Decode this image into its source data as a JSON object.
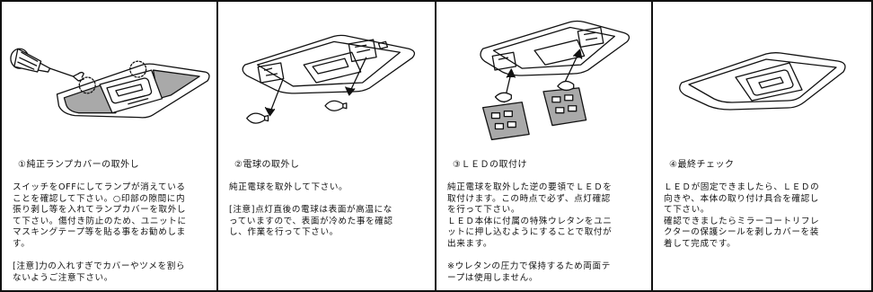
{
  "steps": [
    {
      "title": "①純正ランプカバーの取外し",
      "lines": [
        "スイッチをOFFにしてランプが消えている",
        "ことを確認して下さい。○印部の隙間に内",
        "張り剥し等を入れてランプカバーを取外し",
        "て下さい。傷付き防止のため、ユニットに",
        "マスキングテープ等を貼る事をお勧めしま",
        "す。",
        "",
        "[注意]力の入れすぎでカバーやツメを割ら",
        "ないようご注意下さい。"
      ],
      "icon": "screwdriver-removing-lamp-cover"
    },
    {
      "title": "②電球の取外し",
      "lines": [
        "純正電球を取外して下さい。",
        "",
        "[注意]点灯直後の電球は表面が高温にな",
        "っていますので、表面が冷めた事を確認",
        "し、作業を行って下さい。"
      ],
      "icon": "bulb-removal"
    },
    {
      "title": "③ＬＥＤの取付け",
      "lines": [
        "純正電球を取外した逆の要領でＬＥＤを",
        "取付けます。この時点で必ず、点灯確認",
        "を行って下さい。",
        "ＬＥＤ本体に付属の特殊ウレタンをユニ",
        "ットに押し込むようにすることで取付が",
        "出来ます。",
        "",
        "※ウレタンの圧力で保持するため両面テ",
        "ープは使用しません。"
      ],
      "icon": "led-board-install"
    },
    {
      "title": "④最終チェック",
      "lines": [
        "ＬＥＤが固定できましたら、ＬＥＤの",
        "向きや、本体の取り付け具合を確認し",
        "て下さい。",
        "確認できましたらミラーコートリフレ",
        "クターの保護シールを剥しカバーを装",
        "着して完成です。"
      ],
      "icon": "lamp-cover-reinstalled"
    }
  ]
}
